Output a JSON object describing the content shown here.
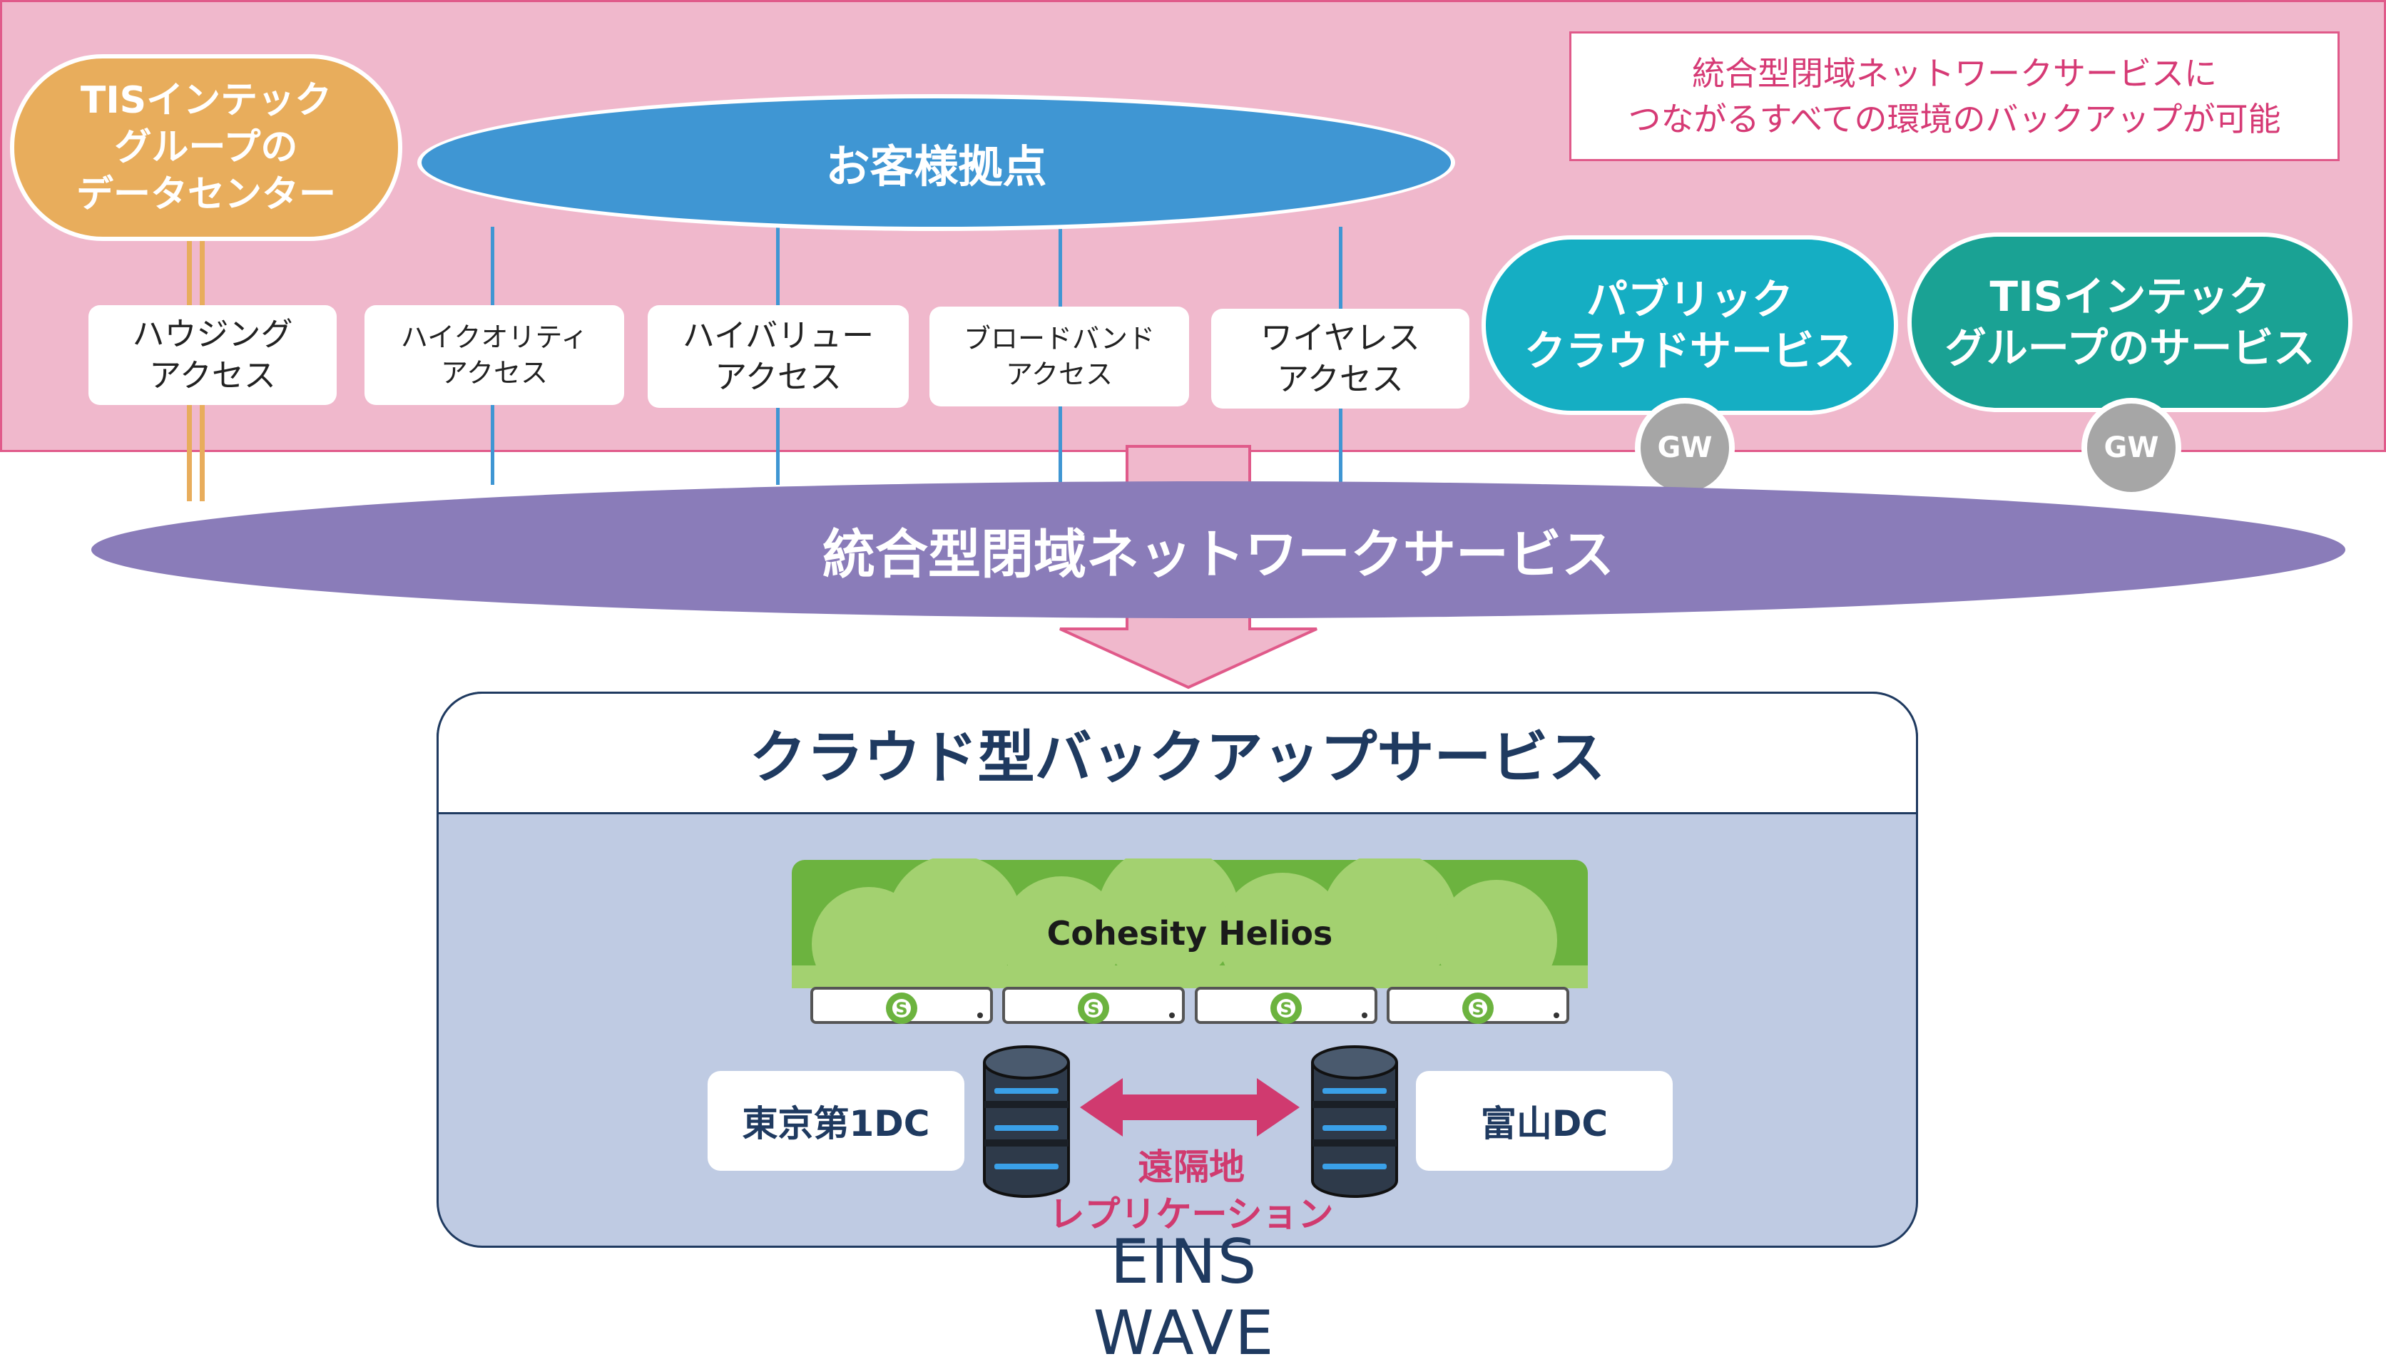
{
  "note": {
    "line1": "統合型閉域ネットワークサービスに",
    "line2": "つながるすべての環境のバックアップが可能"
  },
  "datacenter": {
    "line1": "TISインテック",
    "line2": "グループの",
    "line3": "データセンター"
  },
  "customer_site": "お客様拠点",
  "access_types": [
    {
      "line1": "ハウジング",
      "line2": "アクセス"
    },
    {
      "line1": "ハイクオリティ",
      "line2": "アクセス"
    },
    {
      "line1": "ハイバリュー",
      "line2": "アクセス"
    },
    {
      "line1": "ブロードバンド",
      "line2": "アクセス"
    },
    {
      "line1": "ワイヤレス",
      "line2": "アクセス"
    }
  ],
  "public_cloud": {
    "line1": "パブリック",
    "line2": "クラウドサービス",
    "gw": "GW"
  },
  "group_service": {
    "line1": "TISインテック",
    "line2": "グループのサービス",
    "gw": "GW"
  },
  "network": "統合型閉域ネットワークサービス",
  "backup_title": "クラウド型バックアップサービス",
  "helios": "Cohesity Helios",
  "dc_tokyo": "東京第1DC",
  "dc_toyama": "富山DC",
  "replication": {
    "line1": "遠隔地",
    "line2": "レプリケーション"
  },
  "logo": "EINS WAVE",
  "colors": {
    "pink_band": "#f0b8cc",
    "customer_blue": "#3f96d3",
    "network_purple": "#8a7cb9",
    "datacenter_orange": "#e8ad5c",
    "public_cloud_teal": "#15aec3",
    "group_service_green": "#1aa294",
    "backup_navy": "#1f3a60",
    "helios_green": "#6cb33f",
    "replication_pink": "#d03a6f"
  }
}
